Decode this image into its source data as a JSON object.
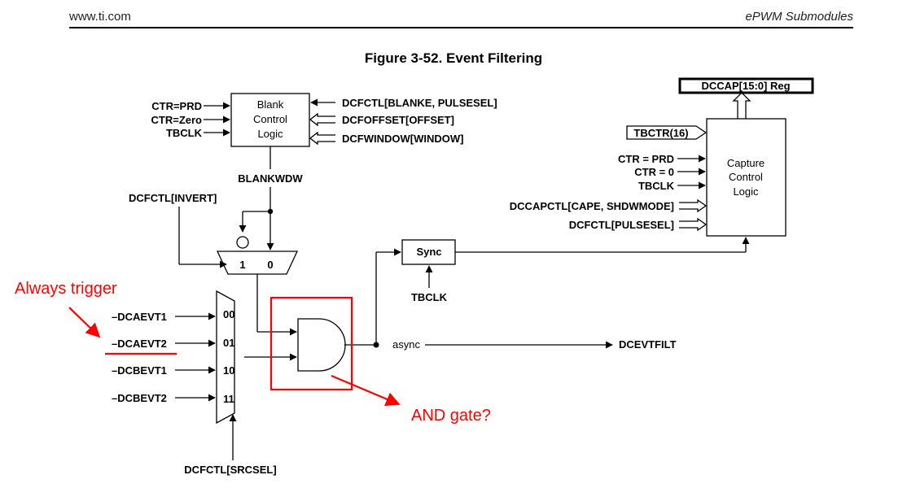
{
  "header": {
    "website": "www.ti.com",
    "section": "ePWM Submodules"
  },
  "figure": {
    "title": "Figure 3-52. Event Filtering"
  },
  "blank_block": {
    "line1": "Blank",
    "line2": "Control",
    "line3": "Logic",
    "inputs_left": [
      "CTR=PRD",
      "CTR=Zero",
      "TBCLK"
    ],
    "inputs_right": [
      "DCFCTL[BLANKE, PULSESEL]",
      "DCFOFFSET[OFFSET]",
      "DCFWINDOW[WINDOW]"
    ],
    "output": "BLANKWDW"
  },
  "invert_mux": {
    "select_label": "DCFCTL[INVERT]",
    "input1": "1",
    "input0": "0"
  },
  "source_mux": {
    "inputs": [
      "DCAEVT1",
      "DCAEVT2",
      "DCBEVT1",
      "DCBEVT2"
    ],
    "codes": [
      "00",
      "01",
      "10",
      "11"
    ],
    "select_label": "DCFCTL[SRCSEL]"
  },
  "sync_block": {
    "label": "Sync",
    "clock": "TBCLK"
  },
  "output": {
    "async_label": "async",
    "out_label": "DCEVTFILT"
  },
  "capture_block": {
    "line1": "Capture",
    "line2": "Control",
    "line3": "Logic",
    "register": "DCCAP[15:0] Reg",
    "tbctr": "TBCTR(16)",
    "inputs": [
      "CTR = PRD",
      "CTR = 0",
      "TBCLK",
      "DCCAPCTL[CAPE, SHDWMODE]",
      "DCFCTL[PULSESEL]"
    ]
  },
  "annotations": {
    "always_trigger": "Always trigger",
    "and_gate": "AND gate?",
    "color": "#ff0000"
  }
}
